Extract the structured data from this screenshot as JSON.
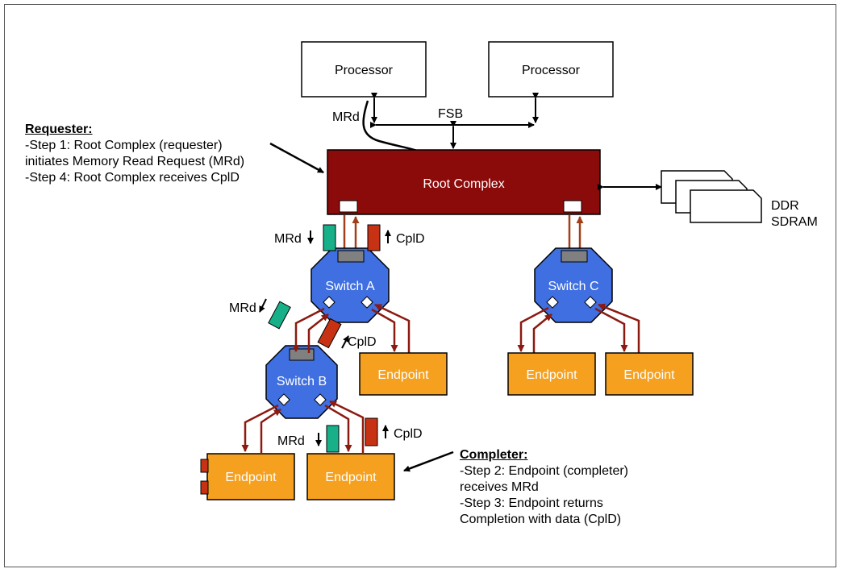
{
  "processor_left": "Processor",
  "processor_right": "Processor",
  "fsb": "FSB",
  "root_complex": "Root Complex",
  "memory": {
    "line1": "DDR",
    "line2": "SDRAM"
  },
  "switches": {
    "a": "Switch A",
    "b": "Switch B",
    "c": "Switch C"
  },
  "endpoint_label": "Endpoint",
  "packets": {
    "mrd": "MRd",
    "cpld": "CplD"
  },
  "requester": {
    "heading": "Requester:",
    "lines": [
      "-Step 1: Root Complex (requester)",
      "initiates Memory Read Request (MRd)",
      "-Step 4: Root Complex receives CplD"
    ]
  },
  "completer": {
    "heading": "Completer:",
    "lines": [
      "-Step 2: Endpoint (completer)",
      "receives MRd",
      "-Step 3: Endpoint returns",
      "Completion with data (CplD)"
    ]
  },
  "colors": {
    "root_complex": "#8b0a0a",
    "switch": "#3f6fe0",
    "endpoint": "#f5a01e",
    "link": "#8b1a10",
    "mrd_packet": "#18b089",
    "cpld_packet": "#c83214",
    "port": "#808080"
  }
}
